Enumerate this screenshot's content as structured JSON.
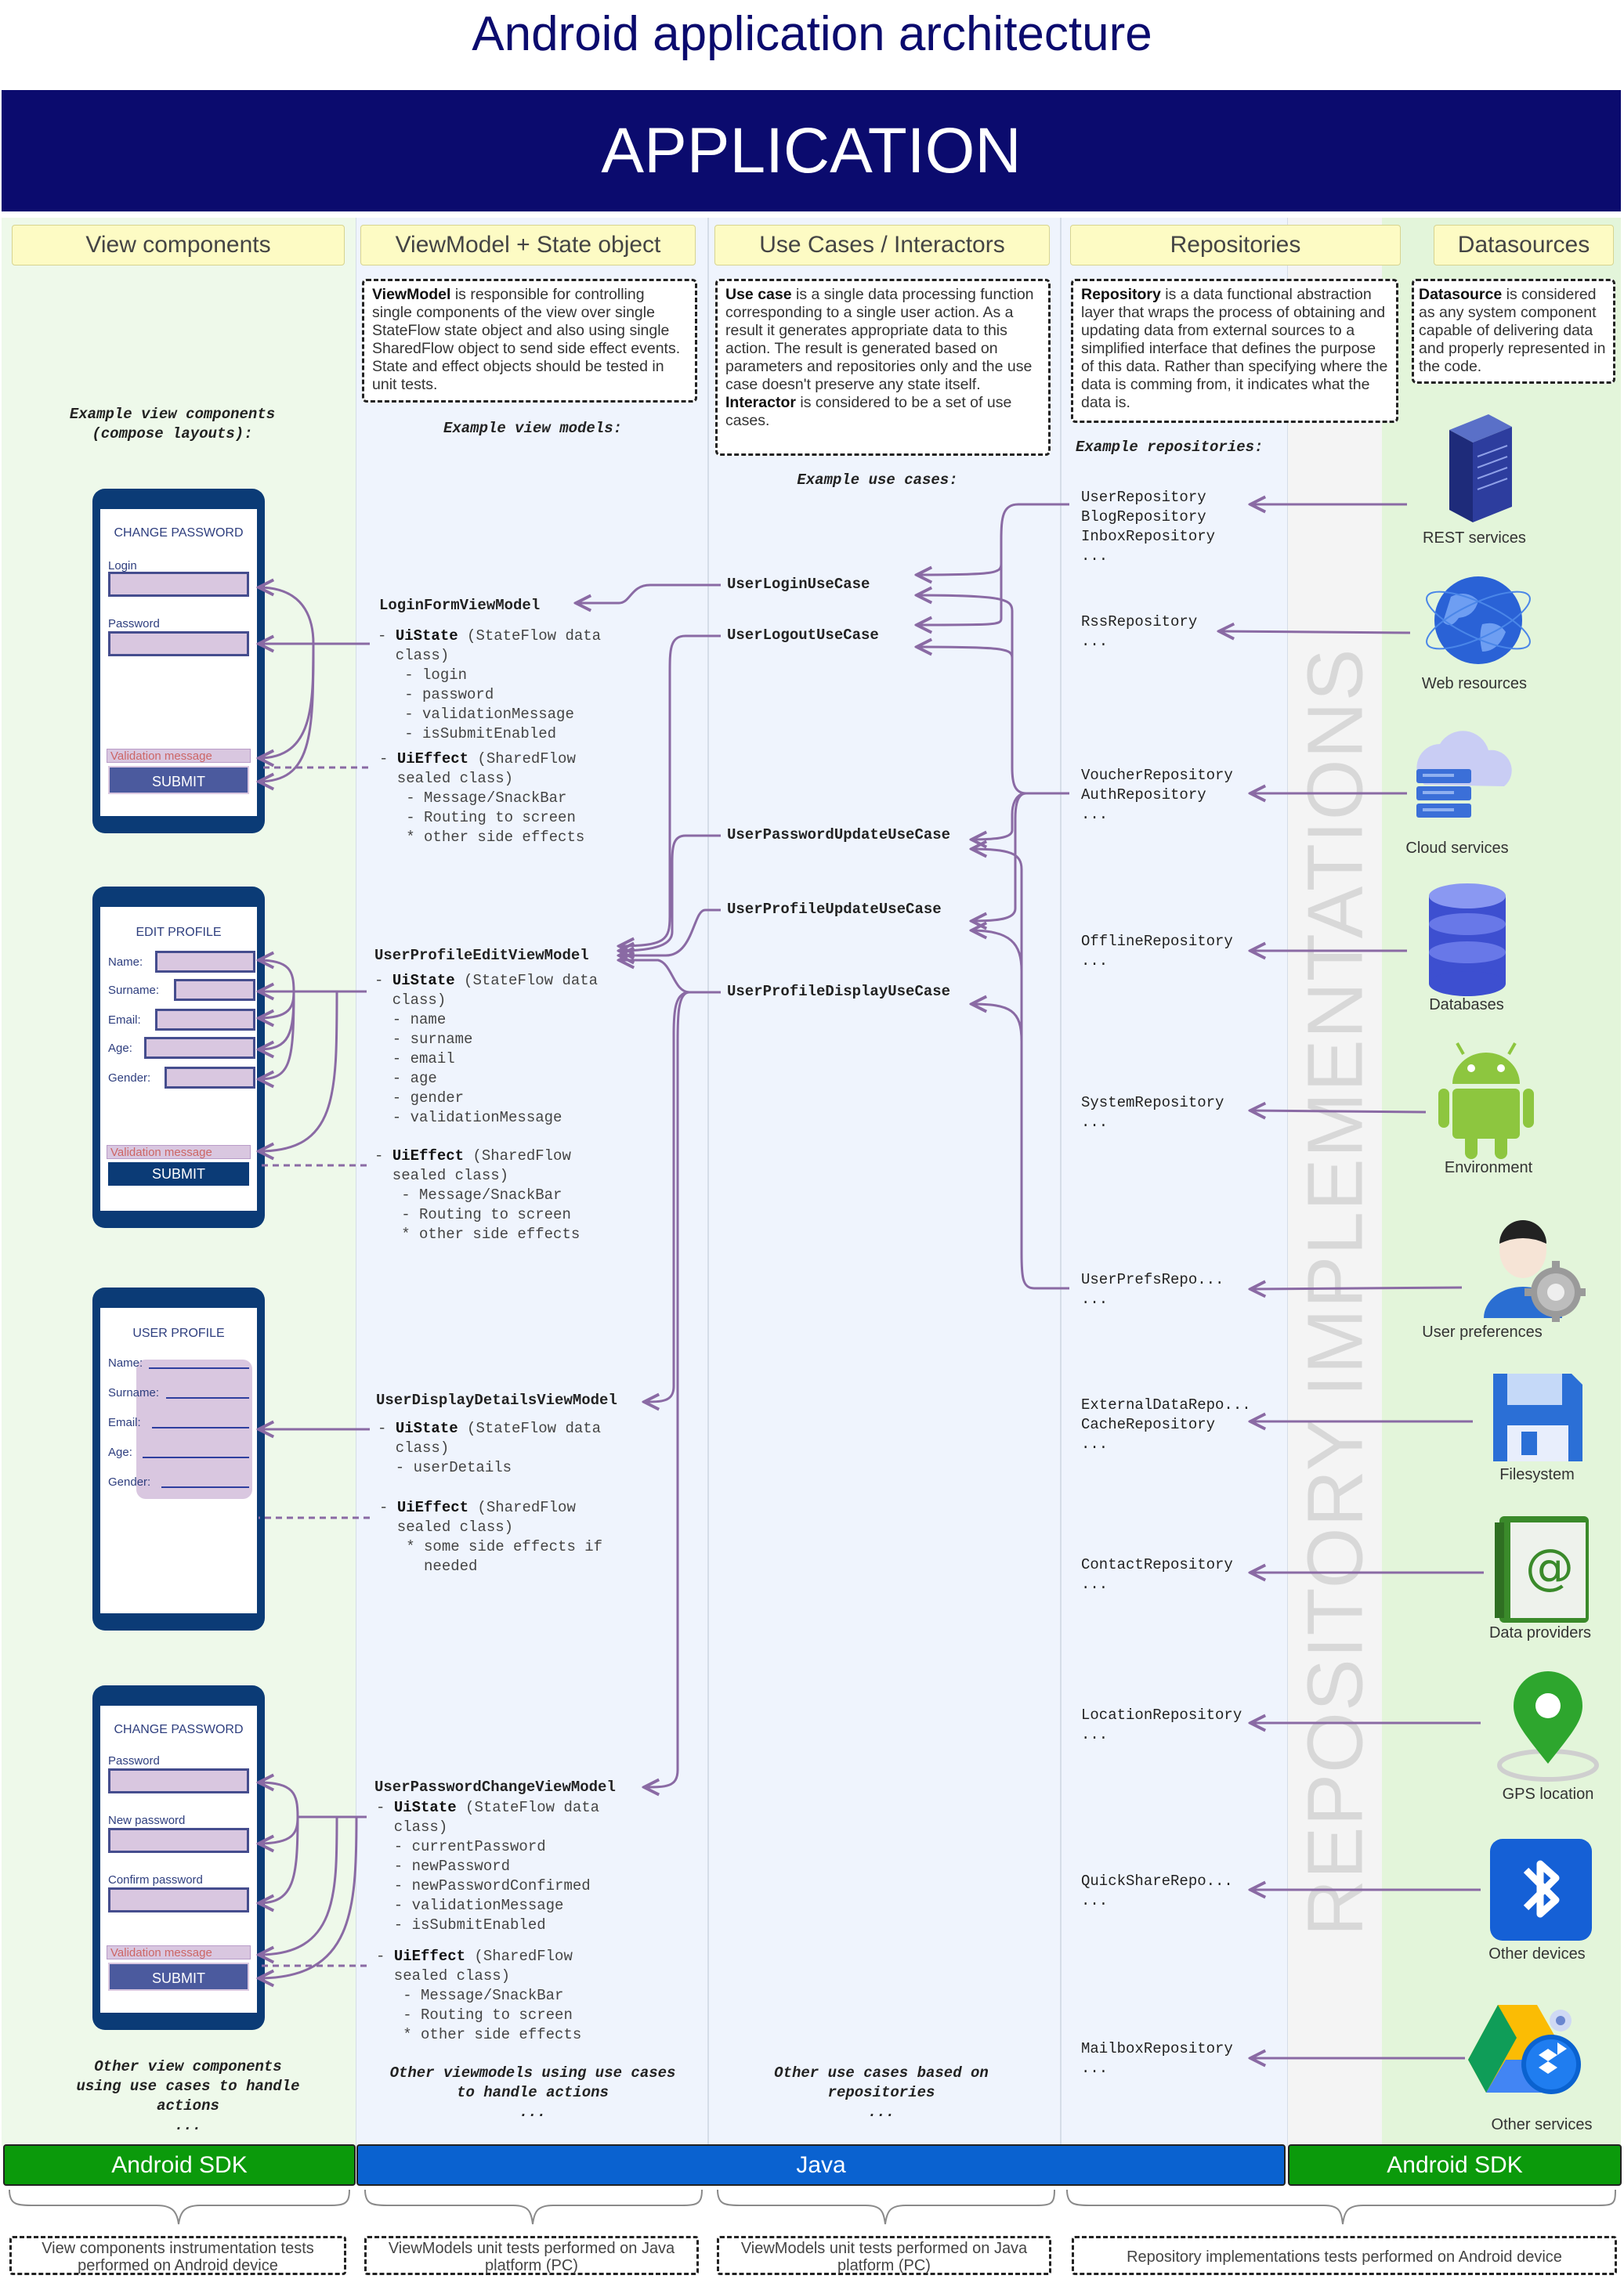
{
  "title": "Android application architecture",
  "app_band": "APPLICATION",
  "columns": [
    "View components",
    "ViewModel + State object",
    "Use Cases / Interactors",
    "Repositories",
    "Datasources"
  ],
  "descriptions": {
    "viewmodel": {
      "term": "ViewModel",
      "text": " is responsible for controlling single components of the view over single StateFlow state object and also using single SharedFlow object to send side effect events. State and effect objects should be tested in unit tests."
    },
    "usecase": {
      "term": "Use case",
      "text": " is a single data processing function corresponding to a single user action. As a result it generates appropriate data to this action. The result is generated based on parameters and repositories only and the use case doesn't preserve any state itself.",
      "term2": "Interactor",
      "text2": " is considered to be a set of use cases."
    },
    "repository": {
      "term": "Repository",
      "text": " is a data functional abstraction layer that wraps the process of obtaining and updating data from external sources to a simplified interface that defines the purpose of this data. Rather than specifying where the data is comming from, it indicates what the data is."
    },
    "datasource": {
      "term": "Datasource",
      "text": " is considered as any system component capable of delivering data and properly represented in the code."
    }
  },
  "captions": {
    "views": "Example view components\n(compose layouts):",
    "viewmodels": "Example view models:",
    "usecases": "Example use cases:",
    "repositories": "Example repositories:",
    "views_other": "Other view components\nusing use cases to handle\nactions\n...",
    "viewmodels_other": "Other viewmodels using use cases\nto handle actions\n...",
    "usecases_other": "Other use cases based on\nrepositories\n..."
  },
  "phones": {
    "p1": {
      "title": "CHANGE PASSWORD",
      "labels": [
        "Login",
        "Password"
      ],
      "validation": "Validation message",
      "button": "SUBMIT"
    },
    "p2": {
      "title": "EDIT PROFILE",
      "labels": [
        "Name:",
        "Surname:",
        "Email:",
        "Age:",
        "Gender:"
      ],
      "validation": "Validation message",
      "button": "SUBMIT"
    },
    "p3": {
      "title": "USER PROFILE",
      "labels": [
        "Name:",
        "Surname:",
        "Email:",
        "Age:",
        "Gender:"
      ]
    },
    "p4": {
      "title": "CHANGE PASSWORD",
      "labels": [
        "Password",
        "New password",
        "Confirm password"
      ],
      "validation": "Validation message",
      "button": "SUBMIT"
    }
  },
  "viewmodels": {
    "vm1": {
      "name": "LoginFormViewModel",
      "state": "- UiState (StateFlow data\n  class)\n   - login\n   - password\n   - validationMessage\n   - isSubmitEnabled",
      "effect": "- UiEffect (SharedFlow\n  sealed class)\n   - Message/SnackBar\n   - Routing to screen\n   * other side effects"
    },
    "vm2": {
      "name": "UserProfileEditViewModel",
      "state": "- UiState (StateFlow data\n  class)\n  - name\n  - surname\n  - email\n  - age\n  - gender\n  - validationMessage",
      "effect": "- UiEffect (SharedFlow\n  sealed class)\n   - Message/SnackBar\n   - Routing to screen\n   * other side effects"
    },
    "vm3": {
      "name": "UserDisplayDetailsViewModel",
      "state": "- UiState (StateFlow data\n  class)\n  - userDetails",
      "effect": "- UiEffect (SharedFlow\n  sealed class)\n   * some side effects if\n     needed"
    },
    "vm4": {
      "name": "UserPasswordChangeViewModel",
      "state": "- UiState (StateFlow data\n  class)\n  - currentPassword\n  - newPassword\n  - newPasswordConfirmed\n  - validationMessage\n  - isSubmitEnabled",
      "effect": "- UiEffect (SharedFlow\n  sealed class)\n   - Message/SnackBar\n   - Routing to screen\n   * other side effects"
    }
  },
  "usecases": [
    "UserLoginUseCase",
    "UserLogoutUseCase",
    "UserPasswordUpdateUseCase",
    "UserProfileUpdateUseCase",
    "UserProfileDisplayUseCase"
  ],
  "repositories": [
    "UserRepository\nBlogRepository\nInboxRepository\n...",
    "RssRepository\n...",
    "VoucherRepository\nAuthRepository\n...",
    "OfflineRepository\n...",
    "SystemRepository\n...",
    "UserPrefsRepo...\n...",
    "ExternalDataRepo...\nCacheRepository\n...",
    "ContactRepository\n...",
    "LocationRepository\n...",
    "QuickShareRepo...\n...",
    "MailboxRepository\n..."
  ],
  "datasources": [
    "REST services",
    "Web resources",
    "Cloud services",
    "Databases",
    "Environment",
    "User preferences",
    "Filesystem",
    "Data providers",
    "GPS location",
    "Other devices",
    "Other services"
  ],
  "vertical_label": "REPOSITORY IMPLEMENTATIONS",
  "sdk_bars": {
    "left": "Android SDK",
    "middle": "Java",
    "right": "Android SDK"
  },
  "bottom": {
    "views": "View components instrumentation tests performed on Android device",
    "viewmodels": "ViewModels unit tests performed on Java platform (PC)",
    "usecases": "ViewModels unit tests performed on Java platform (PC)",
    "repositories": "Repository implementations tests performed on Android device"
  },
  "colors": {
    "navy": "#0b0b6e",
    "arrow": "#8a6aa4",
    "sdk_green": "#0b9a0b",
    "java_blue": "#0a62d0",
    "header_yellow": "#fdfbc4"
  }
}
